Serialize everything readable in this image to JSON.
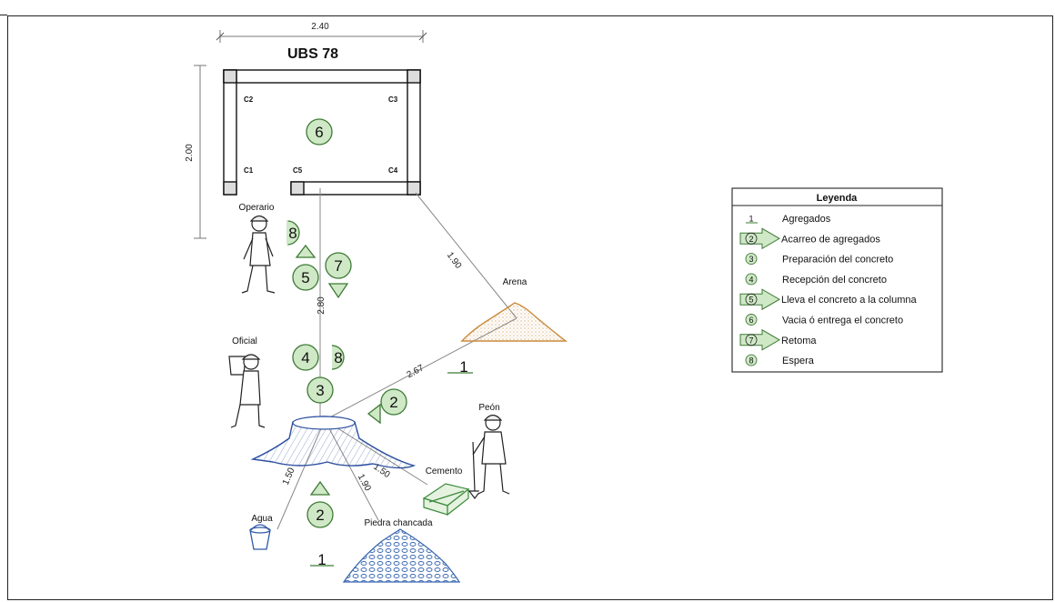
{
  "title": "UBS 78",
  "dimensions": {
    "width": "2.40",
    "height": "2.00"
  },
  "columns": [
    "C1",
    "C2",
    "C3",
    "C4",
    "C5"
  ],
  "distances": {
    "d_c5_mixer": "2.80",
    "d_c4_sand": "1.90",
    "d_sand_mixer": "2.67",
    "d_water": "1.50",
    "d_stone": "1.90",
    "d_cement": "1.50"
  },
  "workers": {
    "operario": "Operario",
    "oficial": "Oficial",
    "peon": "Peón"
  },
  "materials": {
    "arena": "Arena",
    "cemento": "Cemento",
    "agua": "Agua",
    "piedra": "Piedra chancada"
  },
  "step_markers": {
    "m6": "6",
    "m8a": "8",
    "m5": "5",
    "m7": "7",
    "m4": "4",
    "m8b": "8",
    "m3": "3",
    "m2a": "2",
    "m2b": "2",
    "m1a": "1",
    "m1b": "1"
  },
  "legend": {
    "title": "Leyenda",
    "items": [
      {
        "num": "1",
        "label": "Agregados"
      },
      {
        "num": "2",
        "label": "Acarreo de agregados"
      },
      {
        "num": "3",
        "label": "Preparación del concreto"
      },
      {
        "num": "4",
        "label": "Recepción del concreto"
      },
      {
        "num": "5",
        "label": "Lleva el concreto a la columna"
      },
      {
        "num": "6",
        "label": "Vacia ó entrega el concreto"
      },
      {
        "num": "7",
        "label": "Retoma"
      },
      {
        "num": "8",
        "label": "Espera"
      }
    ]
  },
  "colors": {
    "marker_fill": "#cfe8c6",
    "marker_stroke": "#3d7a35",
    "sand": "#c98a3a",
    "mixer": "#2b4f9e",
    "stone": "#3a68b0",
    "cement": "#3b8a3b"
  }
}
